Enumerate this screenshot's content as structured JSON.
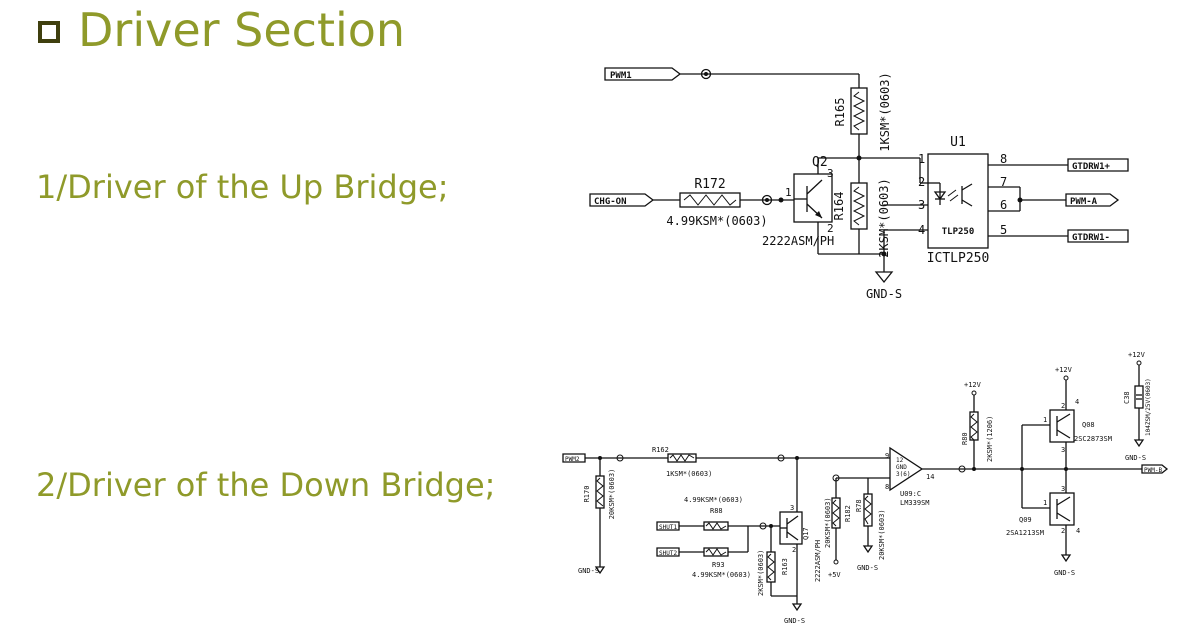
{
  "slide": {
    "title": "Driver Section",
    "up_bridge": "1/Driver of the Up Bridge;",
    "down_bridge": "2/Driver of the Down Bridge;"
  },
  "up_circuit": {
    "pwm1": "PWM1",
    "chg_on": "CHG-ON",
    "r165": "R165",
    "r165_val": "1KSM*(0603)",
    "q2": "Q2",
    "r172": "R172",
    "r172_val": "4.99KSM*(0603)",
    "r164": "R164",
    "r164_val": "2KSM*(0603)",
    "q2_part": "2222ASM/PH",
    "u1": "U1",
    "u1_chip": "TLP250",
    "u1_part": "ICTLP250",
    "gtdrw1p": "GTDRW1+",
    "pwm_a": "PWM-A",
    "gtdrw1m": "GTDRW1-",
    "gnd": "GND-S",
    "pin1": "1",
    "pin2": "2",
    "pin3": "3",
    "pin4": "4",
    "pin5": "5",
    "pin6": "6",
    "pin7": "7",
    "pin8": "8",
    "q_pin1": "1",
    "q_pin2": "2",
    "q_pin3": "3"
  },
  "down_circuit": {
    "pwm2": "PWM2",
    "r162": "R162",
    "r162_val": "1KSM*(0603)",
    "r170": "R170",
    "r170_val": "20KSM*(0603)",
    "gnd": "GND-S",
    "r88_val": "4.99KSM*(0603)",
    "r88": "R88",
    "shut1": "SHUT1",
    "shut2": "SHUT2",
    "r93": "R93",
    "r93_val": "4.99KSM*(0603)",
    "q17": "Q17",
    "q17_part": "2222ASM/PH",
    "r163": "R163",
    "r163_val": "2KSM*(0603)",
    "r182": "R182",
    "r182_val": "20KSM*(0603)",
    "r78": "R78",
    "r78_val": "20KSM*(0603)",
    "plus5v": "+5V",
    "u09": "U09:C",
    "u09_part": "LM339SM",
    "u09_gnd": "GND",
    "u09_12": "12",
    "u09_3": "3(6)",
    "pin9": "9",
    "pin8": "8",
    "pin14": "14",
    "plus12v_a": "+12V",
    "r80": "R80",
    "r80_val": "2KSM*(1206)",
    "plus12v_b": "+12V",
    "q08": "Q08",
    "q08_part": "2SC2873SM",
    "q09": "Q09",
    "q09_part": "2SA1213SM",
    "plus12v_c": "+12V",
    "c38": "C38",
    "c38_val": "104ZSM/25V(0603)",
    "pwm_b": "PWM-B",
    "qd_pin1": "1",
    "qd_pin2": "2",
    "qd_pin3": "3",
    "qd_pin4": "4"
  }
}
